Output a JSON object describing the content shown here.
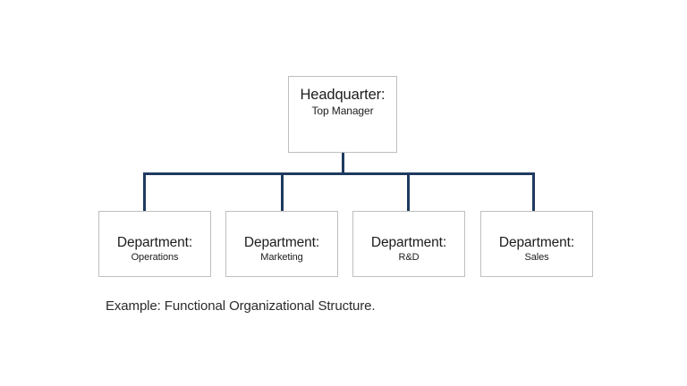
{
  "diagram": {
    "type": "organizational-chart",
    "caption": "Example: Functional Organizational Structure.",
    "colors": {
      "connector": "#1f3a5f",
      "box_border": "#bfbfbf",
      "box_fill": "#ffffff",
      "text": "#1c1c1c",
      "background": "#ffffff"
    },
    "root": {
      "title": "Headquarter:",
      "subtitle": "Top Manager"
    },
    "children": [
      {
        "title": "Department:",
        "subtitle": "Operations"
      },
      {
        "title": "Department:",
        "subtitle": "Marketing"
      },
      {
        "title": "Department:",
        "subtitle": "R&D"
      },
      {
        "title": "Department:",
        "subtitle": "Sales"
      }
    ]
  }
}
